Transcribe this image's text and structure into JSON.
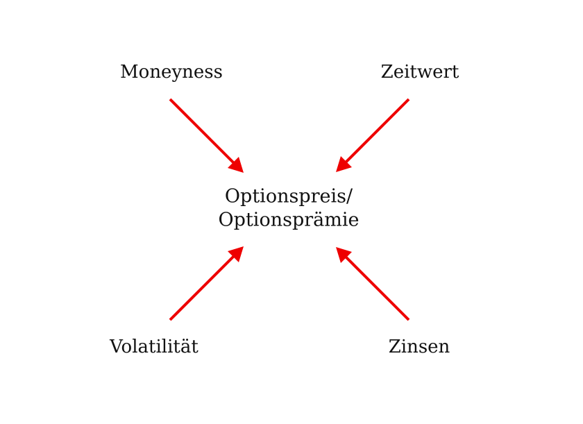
{
  "factors": {
    "top_left": "Moneyness",
    "top_right": "Zeitwert",
    "bottom_left": "Volatilität",
    "bottom_right": "Zinsen"
  },
  "center": {
    "line1": "Optionspreis/",
    "line2": "Optionsprämie"
  },
  "colors": {
    "arrow": "#ee0000",
    "text": "#111111",
    "background": "#ffffff"
  }
}
